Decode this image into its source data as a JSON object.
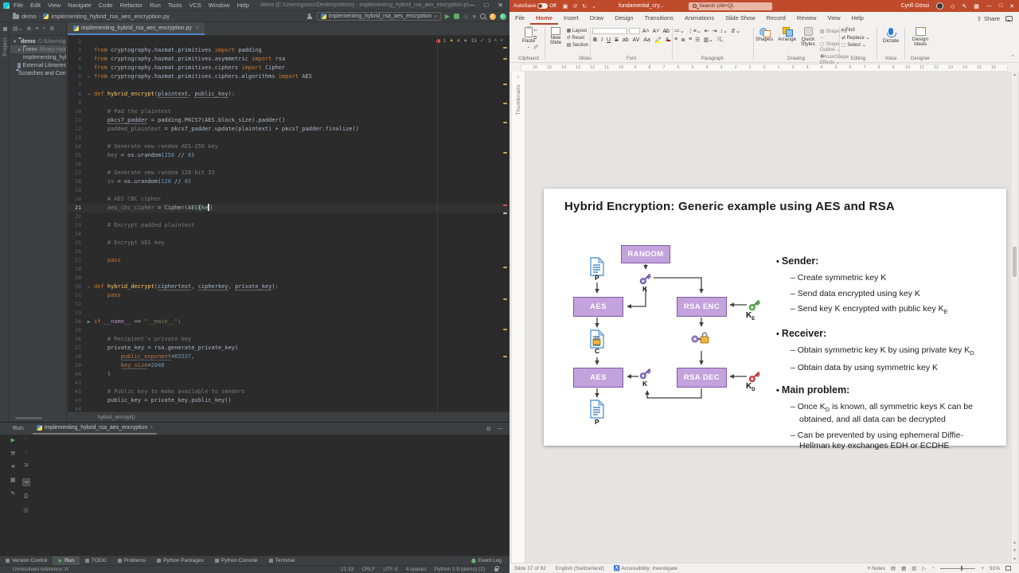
{
  "pycharm": {
    "title": "demo [C:\\Users\\goesc\\Desktop\\demo] - implementing_hybrid_rsa_aes_encryption.py",
    "menus": [
      "File",
      "Edit",
      "View",
      "Navigate",
      "Code",
      "Refactor",
      "Run",
      "Tools",
      "VCS",
      "Window",
      "Help"
    ],
    "nav": {
      "project": "demo",
      "file": "implementing_hybrid_rsa_aes_encryption.py",
      "run_config": "implementing_hybrid_rsa_aes_encryption"
    },
    "project": {
      "stripe_top": "Project",
      "stripe_structure": "Structure",
      "stripe_bookmarks": "Bookmarks",
      "items": [
        {
          "icon": "folder",
          "arrow": "▾",
          "label": "demo",
          "path": "C:\\Users\\goesc\\De",
          "bold": true,
          "indent": 0,
          "selected": false
        },
        {
          "icon": "folder",
          "arrow": "▸",
          "label": "venv",
          "hint": "library root",
          "indent": 1,
          "selected": true
        },
        {
          "icon": "py",
          "arrow": "",
          "label": "implementing_hybrid_",
          "indent": 1,
          "selected": false
        },
        {
          "icon": "lib",
          "arrow": "",
          "label": "External Libraries",
          "indent": 0,
          "selected": false
        },
        {
          "icon": "scratch",
          "arrow": "",
          "label": "Scratches and Consoles",
          "indent": 0,
          "selected": false
        }
      ]
    },
    "editor": {
      "tab": "implementing_hybrid_rsa_aes_encryption.py",
      "inspections": {
        "errors": "1",
        "warnings": "4",
        "weak": "15",
        "ok": "3"
      },
      "breadcrumb": "hybrid_encrypt()",
      "lines": [
        {
          "n": "2",
          "segs": []
        },
        {
          "n": "3",
          "segs": [
            [
              "from",
              "kw"
            ],
            [
              " cryptography.hazmat.primitives ",
              "pl"
            ],
            [
              "import",
              "kw"
            ],
            [
              " padding",
              "pl"
            ]
          ]
        },
        {
          "n": "4",
          "segs": [
            [
              "from",
              "kw"
            ],
            [
              " cryptography.hazmat.primitives.asymmetric ",
              "pl"
            ],
            [
              "import",
              "kw"
            ],
            [
              " rsa",
              "pl"
            ]
          ]
        },
        {
          "n": "5",
          "segs": [
            [
              "from",
              "kw"
            ],
            [
              " cryptography.hazmat.primitives.ciphers ",
              "pl"
            ],
            [
              "import",
              "kw"
            ],
            [
              " Cipher",
              "pl"
            ]
          ]
        },
        {
          "n": "6",
          "segs": [
            [
              "from",
              "kw"
            ],
            [
              " cryptography.hazmat.primitives.ciphers.algorithms ",
              "pl"
            ],
            [
              "import",
              "kw"
            ],
            [
              " AES",
              "pl"
            ]
          ],
          "fold": "−"
        },
        {
          "n": "7",
          "segs": []
        },
        {
          "n": "8",
          "segs": [
            [
              "def ",
              "kw"
            ],
            [
              "hybrid_encrypt",
              "fn"
            ],
            [
              "(",
              "pl"
            ],
            [
              "plaintext",
              "par"
            ],
            [
              ", ",
              "pl"
            ],
            [
              "public_key",
              "par"
            ],
            [
              "):",
              "pl"
            ]
          ],
          "fold": "−"
        },
        {
          "n": "9",
          "segs": []
        },
        {
          "n": "10",
          "segs": [
            [
              "    # Pad the plaintext",
              "cm"
            ]
          ]
        },
        {
          "n": "11",
          "segs": [
            [
              "    ",
              "pl"
            ],
            [
              "pkcs7_padder",
              "par"
            ],
            [
              " = padding.PKCS7(AES.block_size).padder()",
              "pl"
            ]
          ]
        },
        {
          "n": "12",
          "segs": [
            [
              "    ",
              "pl"
            ],
            [
              "padded_plaintext",
              "gr"
            ],
            [
              " = pkcs7_padder.update(plaintext) + pkcs7_padder.finalize()",
              "pl"
            ]
          ]
        },
        {
          "n": "13",
          "segs": []
        },
        {
          "n": "14",
          "segs": [
            [
              "    # Generate new random AES-256 key",
              "cm"
            ]
          ]
        },
        {
          "n": "15",
          "segs": [
            [
              "    ",
              "pl"
            ],
            [
              "key",
              "gr"
            ],
            [
              " = os.urandom(",
              "pl"
            ],
            [
              "256",
              "num"
            ],
            [
              " // ",
              "pl"
            ],
            [
              "8",
              "num"
            ],
            [
              ")",
              "pl"
            ]
          ]
        },
        {
          "n": "16",
          "segs": []
        },
        {
          "n": "17",
          "segs": [
            [
              "    # Generate new random 128-bit IV",
              "cm"
            ]
          ]
        },
        {
          "n": "18",
          "segs": [
            [
              "    ",
              "pl"
            ],
            [
              "iv",
              "gr"
            ],
            [
              " = os.urandom(",
              "pl"
            ],
            [
              "128",
              "num"
            ],
            [
              " // ",
              "pl"
            ],
            [
              "8",
              "num"
            ],
            [
              ")",
              "pl"
            ]
          ]
        },
        {
          "n": "19",
          "segs": []
        },
        {
          "n": "20",
          "segs": [
            [
              "    # AES CBC cipher",
              "cm"
            ]
          ]
        },
        {
          "n": "21",
          "segs": [
            [
              "    ",
              "pl"
            ],
            [
              "aes_cbc_cipher",
              "gr"
            ],
            [
              " = Cipher(AES",
              "pl"
            ],
            [
              "(",
              "match"
            ],
            [
              "ke",
              "pl"
            ],
            [
              "",
              "caret"
            ],
            [
              ")",
              "pl"
            ]
          ],
          "current": true
        },
        {
          "n": "22",
          "segs": []
        },
        {
          "n": "23",
          "segs": [
            [
              "    # Encrypt padded plaintext",
              "cm"
            ]
          ]
        },
        {
          "n": "24",
          "segs": []
        },
        {
          "n": "25",
          "segs": [
            [
              "    # Encrypt AES key",
              "cm"
            ]
          ]
        },
        {
          "n": "26",
          "segs": []
        },
        {
          "n": "27",
          "segs": [
            [
              "    ",
              "pl"
            ],
            [
              "pass",
              "kw"
            ]
          ]
        },
        {
          "n": "28",
          "segs": []
        },
        {
          "n": "29",
          "segs": []
        },
        {
          "n": "30",
          "segs": [
            [
              "def ",
              "kw"
            ],
            [
              "hybrid_decrypt",
              "fn"
            ],
            [
              "(",
              "pl"
            ],
            [
              "ciphertext",
              "par"
            ],
            [
              ", ",
              "pl"
            ],
            [
              "cipherkey",
              "par"
            ],
            [
              ", ",
              "pl"
            ],
            [
              "private_key",
              "par"
            ],
            [
              "):",
              "pl"
            ]
          ],
          "fold": "−"
        },
        {
          "n": "31",
          "segs": [
            [
              "    ",
              "pl"
            ],
            [
              "pass",
              "kw"
            ]
          ]
        },
        {
          "n": "32",
          "segs": []
        },
        {
          "n": "33",
          "segs": []
        },
        {
          "n": "34",
          "segs": [
            [
              "if",
              "kw"
            ],
            [
              " ",
              "pl"
            ],
            [
              "__name__",
              "dund"
            ],
            [
              " == ",
              "pl"
            ],
            [
              "\"__main__\"",
              "str"
            ],
            [
              ":",
              "pl"
            ]
          ],
          "run": true
        },
        {
          "n": "35",
          "segs": []
        },
        {
          "n": "36",
          "segs": [
            [
              "    # Recipient's private key",
              "cm"
            ]
          ]
        },
        {
          "n": "37",
          "segs": [
            [
              "    private_key = rsa.generate_private_key(",
              "pl"
            ]
          ]
        },
        {
          "n": "38",
          "segs": [
            [
              "        ",
              "pl"
            ],
            [
              "public_exponent",
              "arg"
            ],
            [
              "=",
              "pl"
            ],
            [
              "65537",
              "num"
            ],
            [
              ",",
              "pl"
            ]
          ]
        },
        {
          "n": "39",
          "segs": [
            [
              "        ",
              "pl"
            ],
            [
              "key_size",
              "arg"
            ],
            [
              "=",
              "pl"
            ],
            [
              "2048",
              "num"
            ]
          ]
        },
        {
          "n": "40",
          "segs": [
            [
              "    )",
              "pl"
            ]
          ]
        },
        {
          "n": "41",
          "segs": []
        },
        {
          "n": "42",
          "segs": [
            [
              "    # Public key to make available to senders",
              "cm"
            ]
          ]
        },
        {
          "n": "43",
          "segs": [
            [
              "    public_key = private_key.public_key()",
              "pl"
            ]
          ]
        },
        {
          "n": "44",
          "segs": []
        }
      ]
    },
    "run_panel": {
      "label": "Run:",
      "tab": "implementing_hybrid_rsa_aes_encryption"
    },
    "tool_bar": [
      "Version Control",
      "Run",
      "TODO",
      "Problems",
      "Python Packages",
      "Python Console",
      "Terminal"
    ],
    "active_tool": "Run",
    "event_log": {
      "badge": "1",
      "label": "Event Log"
    },
    "status": {
      "message": "Unresolved reference 'A'",
      "segments": [
        "21:33",
        "CRLF",
        "UTF-8",
        "4 spaces",
        "Python 3.9 (demo) (2)"
      ]
    }
  },
  "powerpoint": {
    "title_bar": {
      "autosave": "AutoSave",
      "autosave_state": "Off",
      "doc_title": "fundamental_cry...",
      "search": "Search (Alt+Q)",
      "user": "Cyrill Gössi"
    },
    "tabs": [
      "File",
      "Home",
      "Insert",
      "Draw",
      "Design",
      "Transitions",
      "Animations",
      "Slide Show",
      "Record",
      "Review",
      "View",
      "Help"
    ],
    "active_tab": "Home",
    "share": "Share",
    "ribbon": {
      "clipboard": {
        "label": "Clipboard",
        "paste": "Paste"
      },
      "slides": {
        "label": "Slides",
        "new_slide": "New Slide",
        "layout": "Layout",
        "reset": "Reset",
        "section": "Section"
      },
      "font": {
        "label": "Font",
        "bold": "B",
        "italic": "I",
        "underline": "U",
        "strike": "S",
        "shadow": "ab",
        "spacing": "AV",
        "case": "Aa",
        "color": "A"
      },
      "paragraph": {
        "label": "Paragraph"
      },
      "drawing": {
        "label": "Drawing",
        "shapes": "Shapes",
        "arrange": "Arrange",
        "quick": "Quick",
        "styles": "Styles",
        "fill": "Shape Fill",
        "outline": "Shape Outline",
        "effects": "Shape Effects"
      },
      "editing": {
        "label": "Editing",
        "find": "Find",
        "replace": "Replace",
        "select": "Select"
      },
      "voice": {
        "label": "Voice",
        "dictate": "Dictate"
      },
      "designer": {
        "label": "Designer",
        "line1": "Design",
        "line2": "Ideas"
      }
    },
    "ruler": [
      "16",
      "15",
      "14",
      "13",
      "12",
      "11",
      "10",
      "9",
      "8",
      "7",
      "6",
      "5",
      "4",
      "3",
      "2",
      "1",
      "0",
      "1",
      "2",
      "3",
      "4",
      "5",
      "6",
      "7",
      "8",
      "9",
      "10",
      "11",
      "12",
      "13",
      "14",
      "15",
      "16"
    ],
    "thumbnails": "Thumbnails",
    "slide": {
      "title": "Hybrid Encryption: Generic example using AES and RSA",
      "diagram": {
        "random": "RANDOM",
        "aes_enc": "AES",
        "rsa_enc": "RSA ENC",
        "aes_dec": "AES",
        "rsa_dec": "RSA DEC",
        "p_top": "P",
        "k_top": "K",
        "c_mid": "C",
        "k_mid": "K",
        "p_bottom": "P",
        "ke_main": "K",
        "ke_sub": "E",
        "kd_main": "K",
        "kd_sub": "D"
      },
      "bullets": [
        {
          "heading": "Sender:",
          "items": [
            [
              {
                "t": "Create symmetric key K"
              }
            ],
            [
              {
                "t": "Send data encrypted using key K"
              }
            ],
            [
              {
                "t": "Send key K encrypted with public key K"
              },
              {
                "t": "E",
                "sub": true
              }
            ]
          ]
        },
        {
          "heading": "Receiver:",
          "items": [
            [
              {
                "t": "Obtain symmetric key K by using private key K"
              },
              {
                "t": "D",
                "sub": true
              }
            ],
            [
              {
                "t": "Obtain data by using symmetric key K"
              }
            ]
          ]
        },
        {
          "heading": "Main problem:",
          "items": [
            [
              {
                "t": "Once K"
              },
              {
                "t": "D",
                "sub": true
              },
              {
                "t": " is known, all symmetric keys K can be obtained, and all data can be decrypted"
              }
            ],
            [
              {
                "t": "Can be prevented by using ephemeral Diffie-Hellman key exchanges EDH or ECDHE"
              }
            ]
          ]
        }
      ]
    },
    "status_bar": {
      "slide": "Slide 37 of 92",
      "language": "English (Switzerland)",
      "accessibility": "Accessibility: Investigate",
      "notes": "Notes",
      "zoom": "91%"
    }
  }
}
